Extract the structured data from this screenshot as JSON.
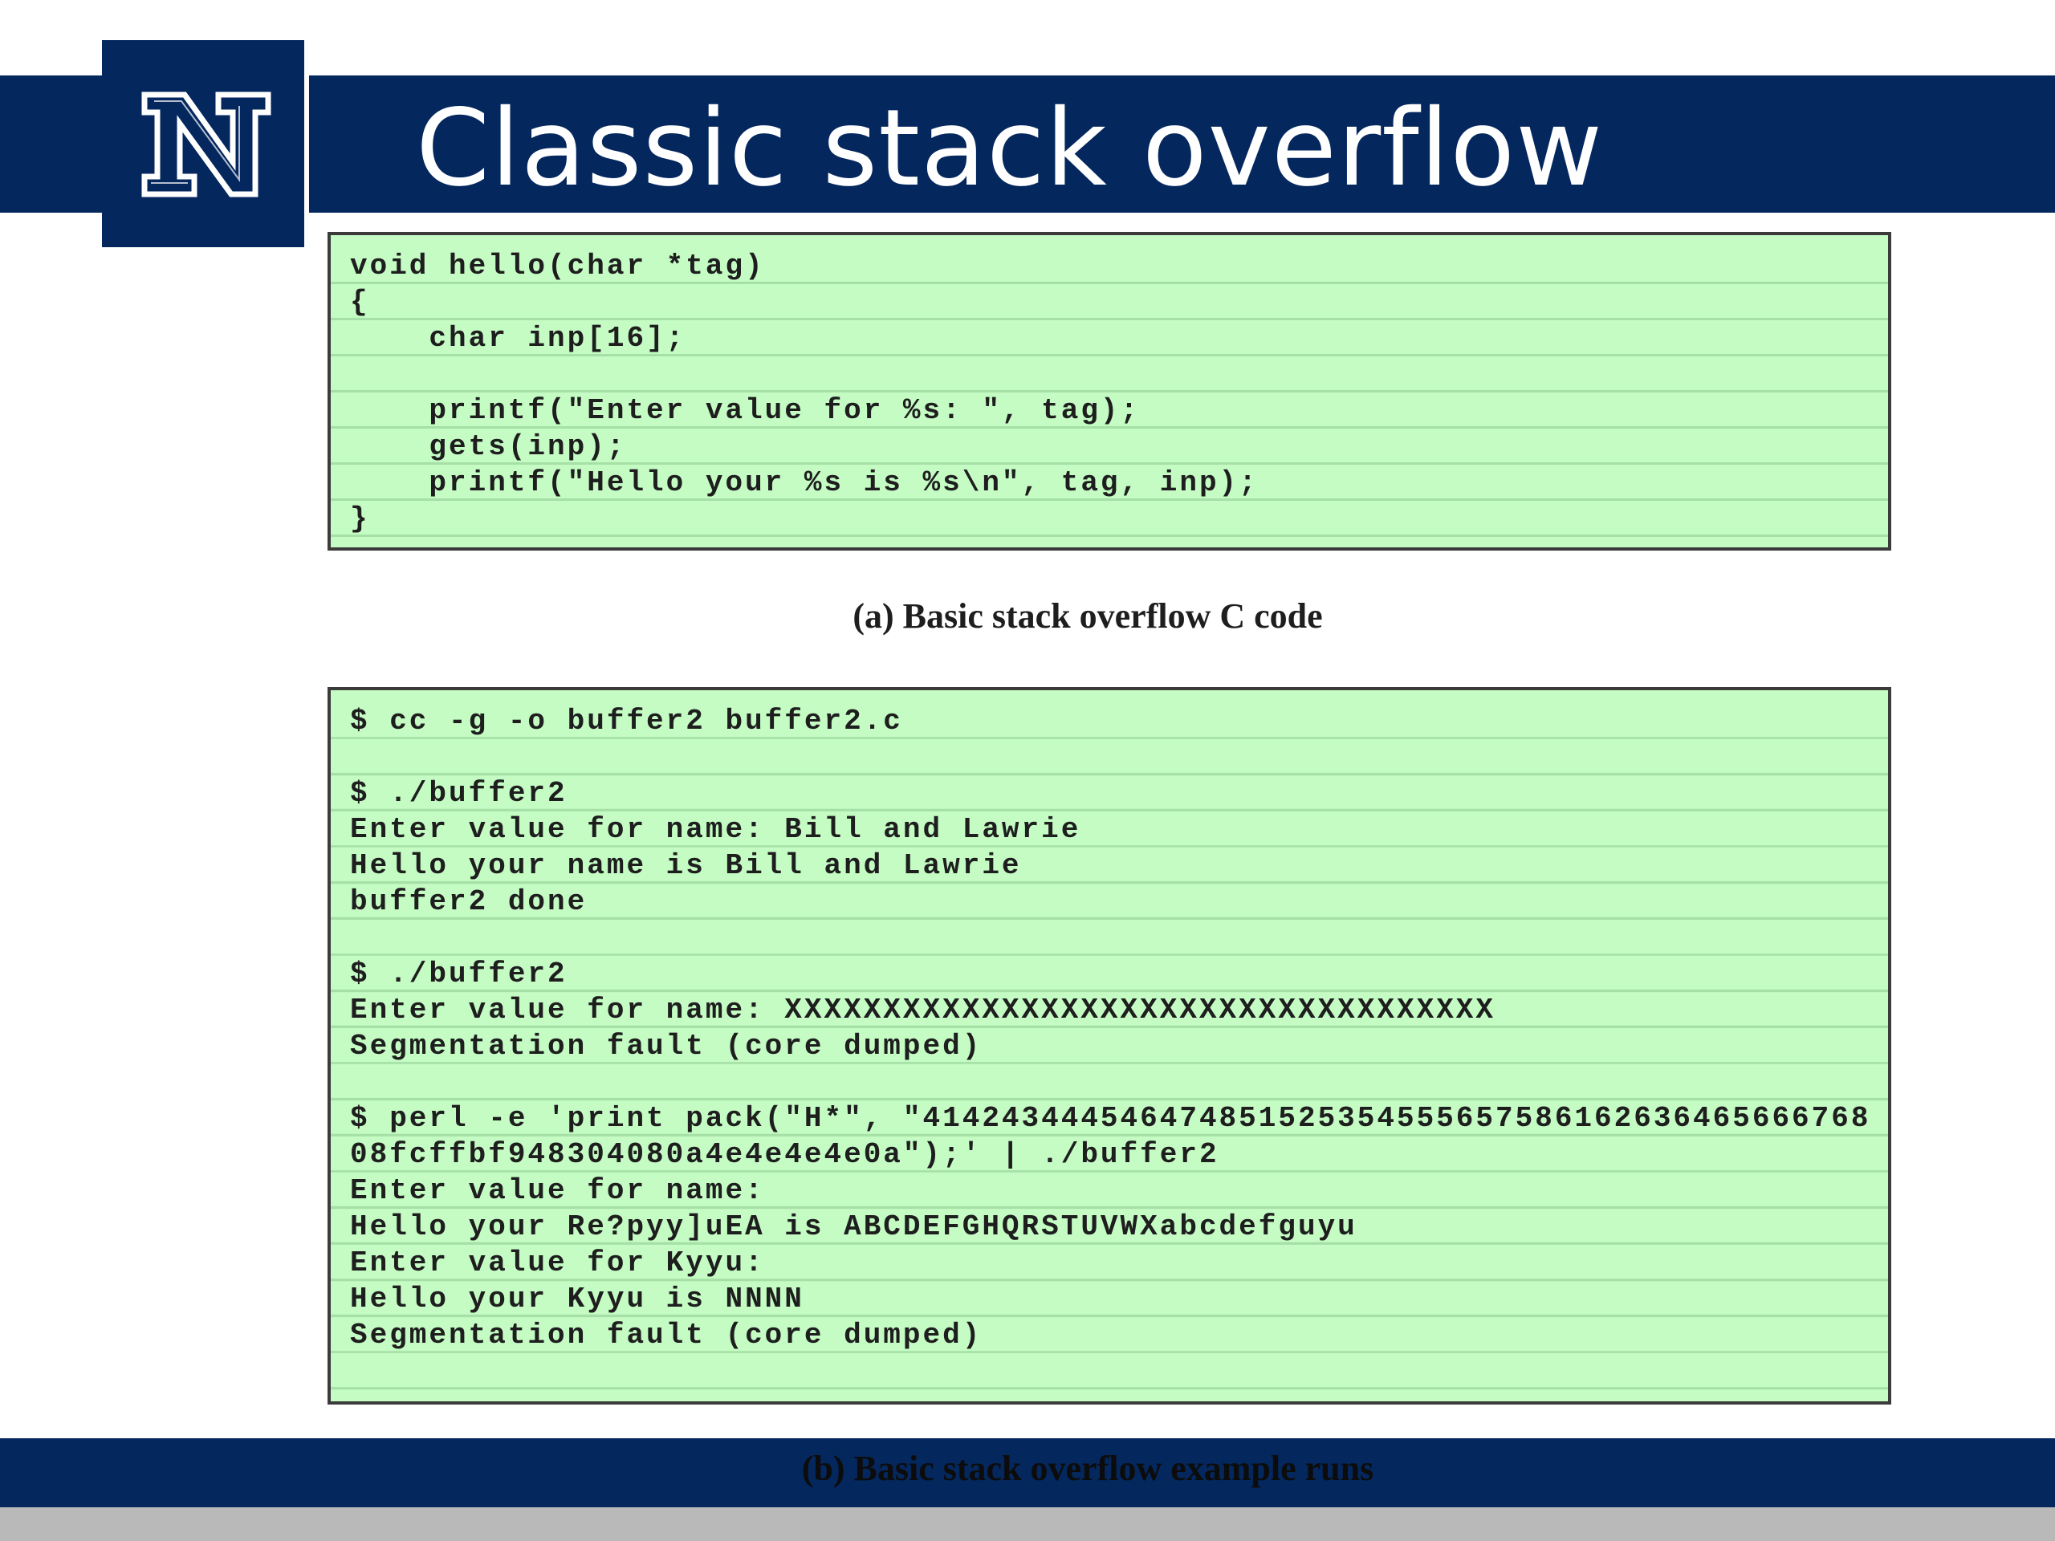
{
  "slide": {
    "title": "Classic stack overflow",
    "logo_letter": "N",
    "colors": {
      "brand_navy": "#04275e",
      "code_bg": "#c4fcc4",
      "footer_grey": "#b9b9b9"
    }
  },
  "code_a": {
    "lines": [
      "void hello(char *tag)",
      "{",
      "    char inp[16];",
      "",
      "    printf(\"Enter value for %s: \", tag);",
      "    gets(inp);",
      "    printf(\"Hello your %s is %s\\n\", tag, inp);",
      "}"
    ],
    "caption": "(a)  Basic stack overflow C code"
  },
  "code_b": {
    "lines": [
      "$ cc -g -o buffer2 buffer2.c",
      "",
      "$ ./buffer2",
      "Enter value for name: Bill and Lawrie",
      "Hello your name is Bill and Lawrie",
      "buffer2 done",
      "",
      "$ ./buffer2",
      "Enter value for name: XXXXXXXXXXXXXXXXXXXXXXXXXXXXXXXXXXXX",
      "Segmentation fault (core dumped)",
      "",
      "$ perl -e 'print pack(\"H*\", \"414243444546474851525354555657586162636465666768",
      "08fcffbf948304080a4e4e4e4e0a\");' | ./buffer2",
      "Enter value for name:",
      "Hello your Re?pyy]uEA is ABCDEFGHQRSTUVWXabcdefguyu",
      "Enter value for Kyyu:",
      "Hello your Kyyu is NNNN",
      "Segmentation fault (core dumped)",
      ""
    ],
    "caption": "(b)  Basic stack overflow example runs"
  }
}
